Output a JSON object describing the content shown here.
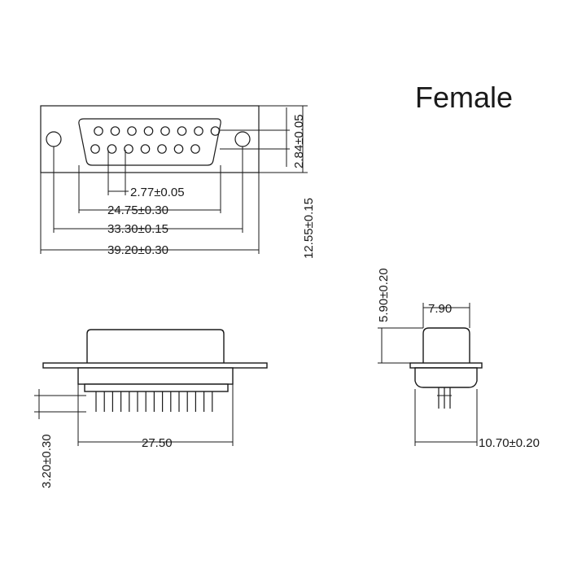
{
  "title": "Female",
  "front_view": {
    "dim_row_pitch": "2.84±0.05",
    "dim_pin_pitch": "2.77±0.05",
    "dim_shell_width": "24.75±0.30",
    "dim_mount_hole_spacing": "33.30±0.15",
    "dim_flange_width": "39.20±0.30",
    "dim_overall_height": "12.55±0.15"
  },
  "bottom_view": {
    "dim_pin_length": "3.20±0.30",
    "dim_pin_span": "27.50"
  },
  "side_view": {
    "dim_shell_height": "5.90±0.20",
    "dim_shell_depth": "7.90",
    "dim_overall_depth": "10.70±0.20"
  }
}
